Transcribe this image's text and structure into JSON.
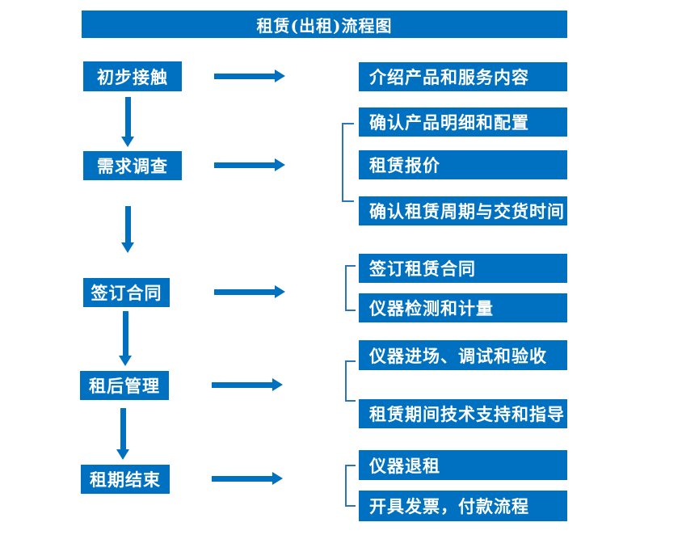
{
  "title": "租赁(出租)流程图",
  "colors": {
    "box_blue": "#0070C0",
    "bracket_blue": "#2E75B6",
    "text_white": "#FFFFFF",
    "background": "#FFFFFF"
  },
  "flow": [
    {
      "step": "初步接触",
      "details": [
        "介绍产品和服务内容"
      ]
    },
    {
      "step": "需求调查",
      "details": [
        "确认产品明细和配置",
        "租赁报价",
        "确认租赁周期与交货时间"
      ]
    },
    {
      "step": "签订合同",
      "details": [
        "签订租赁合同",
        "仪器检测和计量"
      ]
    },
    {
      "step": "租后管理",
      "details": [
        "仪器进场、调试和验收",
        "租赁期间技术支持和指导"
      ]
    },
    {
      "step": "租期结束",
      "details": [
        "仪器退租",
        "开具发票，付款流程"
      ]
    }
  ]
}
